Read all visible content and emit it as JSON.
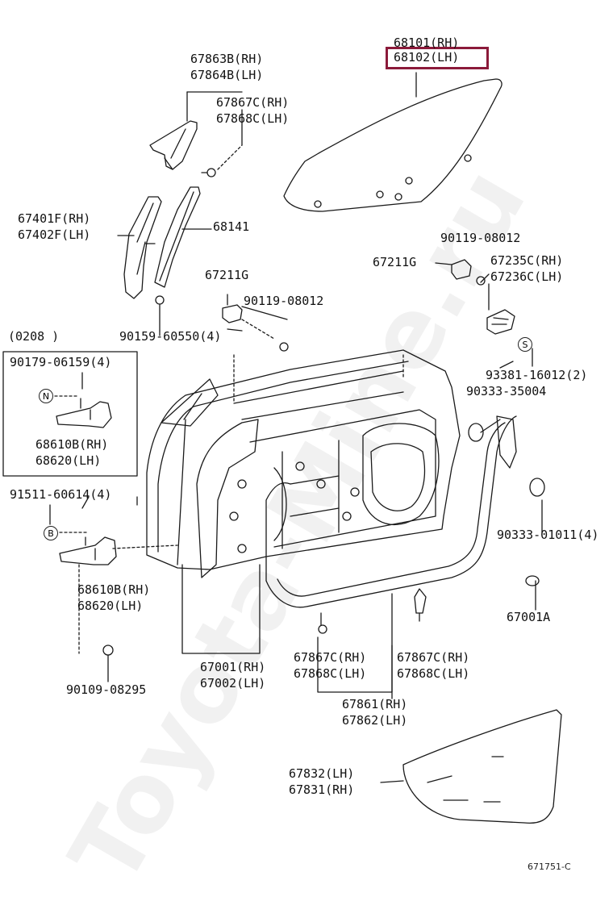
{
  "watermark": "Toyota-Mine.ru",
  "diagram_code": "671751-C",
  "range_note": "(0208      )",
  "highlight_part": "68102 (LH)",
  "callouts": {
    "n": "N",
    "b": "B",
    "s": "S"
  },
  "labels": {
    "glass_rh": "68101(RH)",
    "glass_lh": "68102(LH)",
    "mirror_rh": "67863B(RH)",
    "mirror_lh": "67864B(LH)",
    "clip_a_rh": "67867C(RH)",
    "clip_a_lh": "67868C(LH)",
    "chan_rh": "67401F(RH)",
    "chan_lh": "67402F(LH)",
    "run_channel": "68141",
    "bolt_a": "90119-08012",
    "bracket_g_left": "67211G",
    "bracket_g_right": "67211G",
    "bolt_b": "90119-08012",
    "cover_rh": "67235C(RH)",
    "cover_lh": "67236C(LH)",
    "screw_a": "90159-60550(4)",
    "bolt_c": "90179-06159(4)",
    "check_rh_a": "68610B(RH)",
    "check_lh_a": "68620(LH)",
    "nut_a": "93381-16012(2)",
    "plug_a": "90333-35004",
    "nut_b": "91511-60614(4)",
    "plug_b": "90333-01011(4)",
    "check_rh_b": "68610B(RH)",
    "check_lh_b": "68620(LH)",
    "plug_c": "67001A",
    "bolt_d": "90109-08295",
    "door_rh": "67001(RH)",
    "door_lh": "67002(LH)",
    "clip_b_rh": "67867C(RH)",
    "clip_b_lh": "67868C(LH)",
    "clip_c_rh": "67867C(RH)",
    "clip_c_lh": "67868C(LH)",
    "wstrip_rh": "67861(RH)",
    "wstrip_lh": "67862(LH)",
    "film_lh": "67832(LH)",
    "film_rh": "67831(RH)"
  }
}
